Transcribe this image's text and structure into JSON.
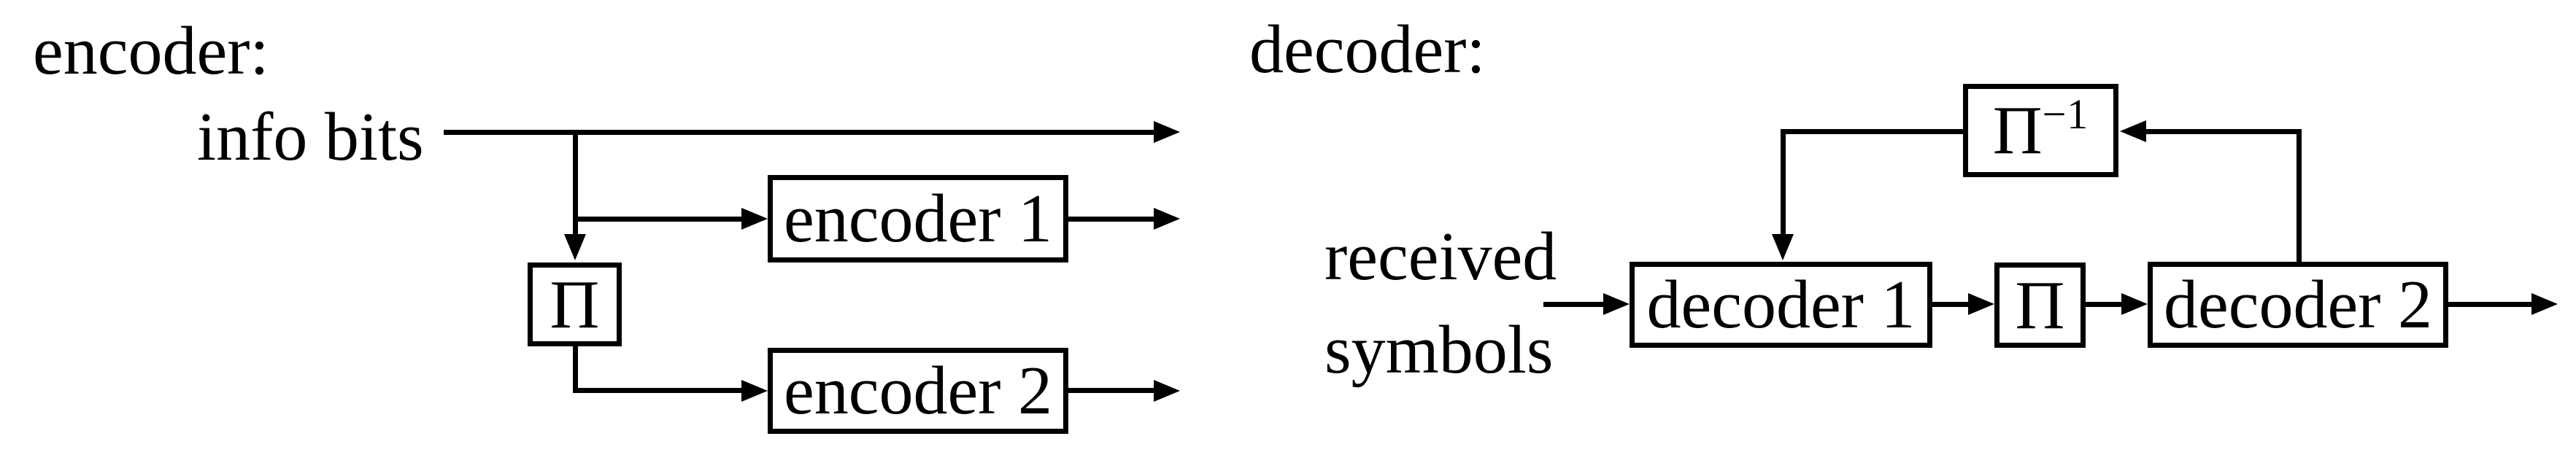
{
  "figure": {
    "type": "block-diagram",
    "background": "#ffffff",
    "line_color": "#000000"
  },
  "encoder_section": {
    "title": "encoder:",
    "input_label": "info bits",
    "interleaver_label": "Π",
    "encoder1_label": "encoder 1",
    "encoder2_label": "encoder 2"
  },
  "decoder_section": {
    "title": "decoder:",
    "input_label_line1": "received",
    "input_label_line2": "symbols",
    "decoder1_label": "decoder 1",
    "interleaver_label": "Π",
    "deinterleaver_base": "Π",
    "deinterleaver_exponent": "−1",
    "decoder2_label": "decoder 2"
  }
}
